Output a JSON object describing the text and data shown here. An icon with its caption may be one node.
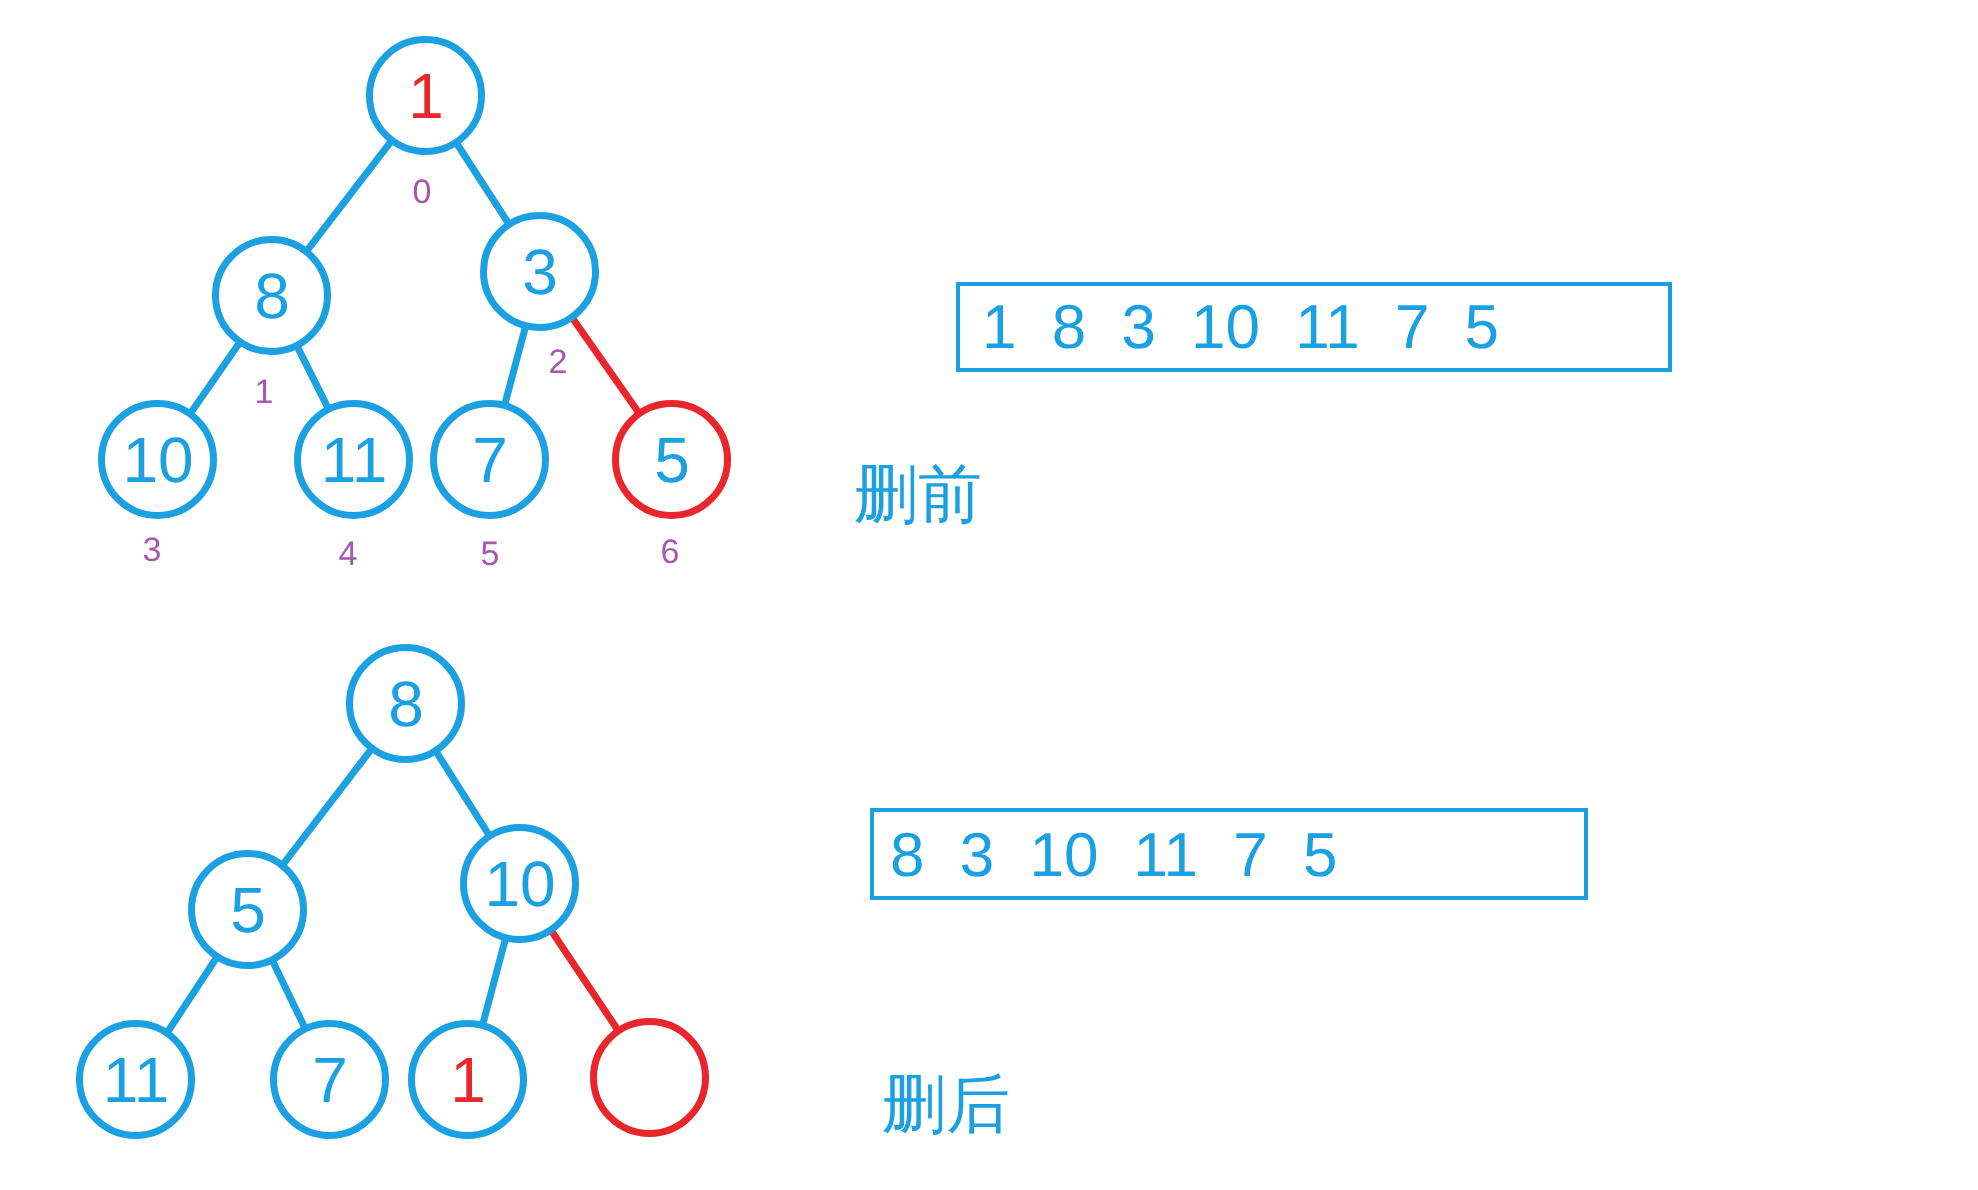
{
  "diagram": {
    "nodes": [
      {
        "text": [
          "1"
        ],
        "beside": [
          "0"
        ]
      },
      {
        "text": [
          "8"
        ],
        "beside": [
          "1"
        ]
      },
      {
        "text": [
          "3"
        ],
        "beside": [
          "2"
        ]
      },
      {
        "text": [
          "10"
        ],
        "beside": [
          "3"
        ]
      },
      {
        "text": [
          "11"
        ],
        "beside": [
          "4"
        ]
      },
      {
        "text": [
          "7"
        ],
        "beside": [
          "5"
        ]
      },
      {
        "text": [
          "5"
        ],
        "beside": [
          "6"
        ]
      },
      {
        "text": [
          "1 8 3 10 11 7 5"
        ]
      },
      {
        "text": [
          "8"
        ]
      },
      {
        "text": [
          "5"
        ]
      },
      {
        "text": [
          "10"
        ]
      },
      {
        "text": [
          "11"
        ]
      },
      {
        "text": [
          "7"
        ]
      },
      {
        "text": [
          "1"
        ]
      },
      {
        "text": [],
        "shape": "circle"
      },
      {
        "text": [
          "8 3 10 11 7 5"
        ]
      }
    ],
    "edges": [
      {
        "from": 0,
        "to": 1,
        "arrow": "none"
      },
      {
        "from": 0,
        "to": 2,
        "arrow": "none"
      },
      {
        "from": 1,
        "to": 3,
        "arrow": "none"
      },
      {
        "from": 1,
        "to": 4,
        "arrow": "none"
      },
      {
        "from": 2,
        "to": 5,
        "arrow": "none"
      },
      {
        "from": 2,
        "to": 6,
        "arrow": "none",
        "color": "#e8262b"
      },
      {
        "from": 8,
        "to": 9,
        "arrow": "none"
      },
      {
        "from": 8,
        "to": 10,
        "arrow": "none"
      },
      {
        "from": 9,
        "to": 11,
        "arrow": "none"
      },
      {
        "from": 9,
        "to": 12,
        "arrow": "none"
      },
      {
        "from": 10,
        "to": 13,
        "arrow": "none"
      },
      {
        "from": 10,
        "to": 14,
        "arrow": "none",
        "color": "#e8262b"
      }
    ],
    "labels": [
      "删前",
      "删后"
    ]
  }
}
